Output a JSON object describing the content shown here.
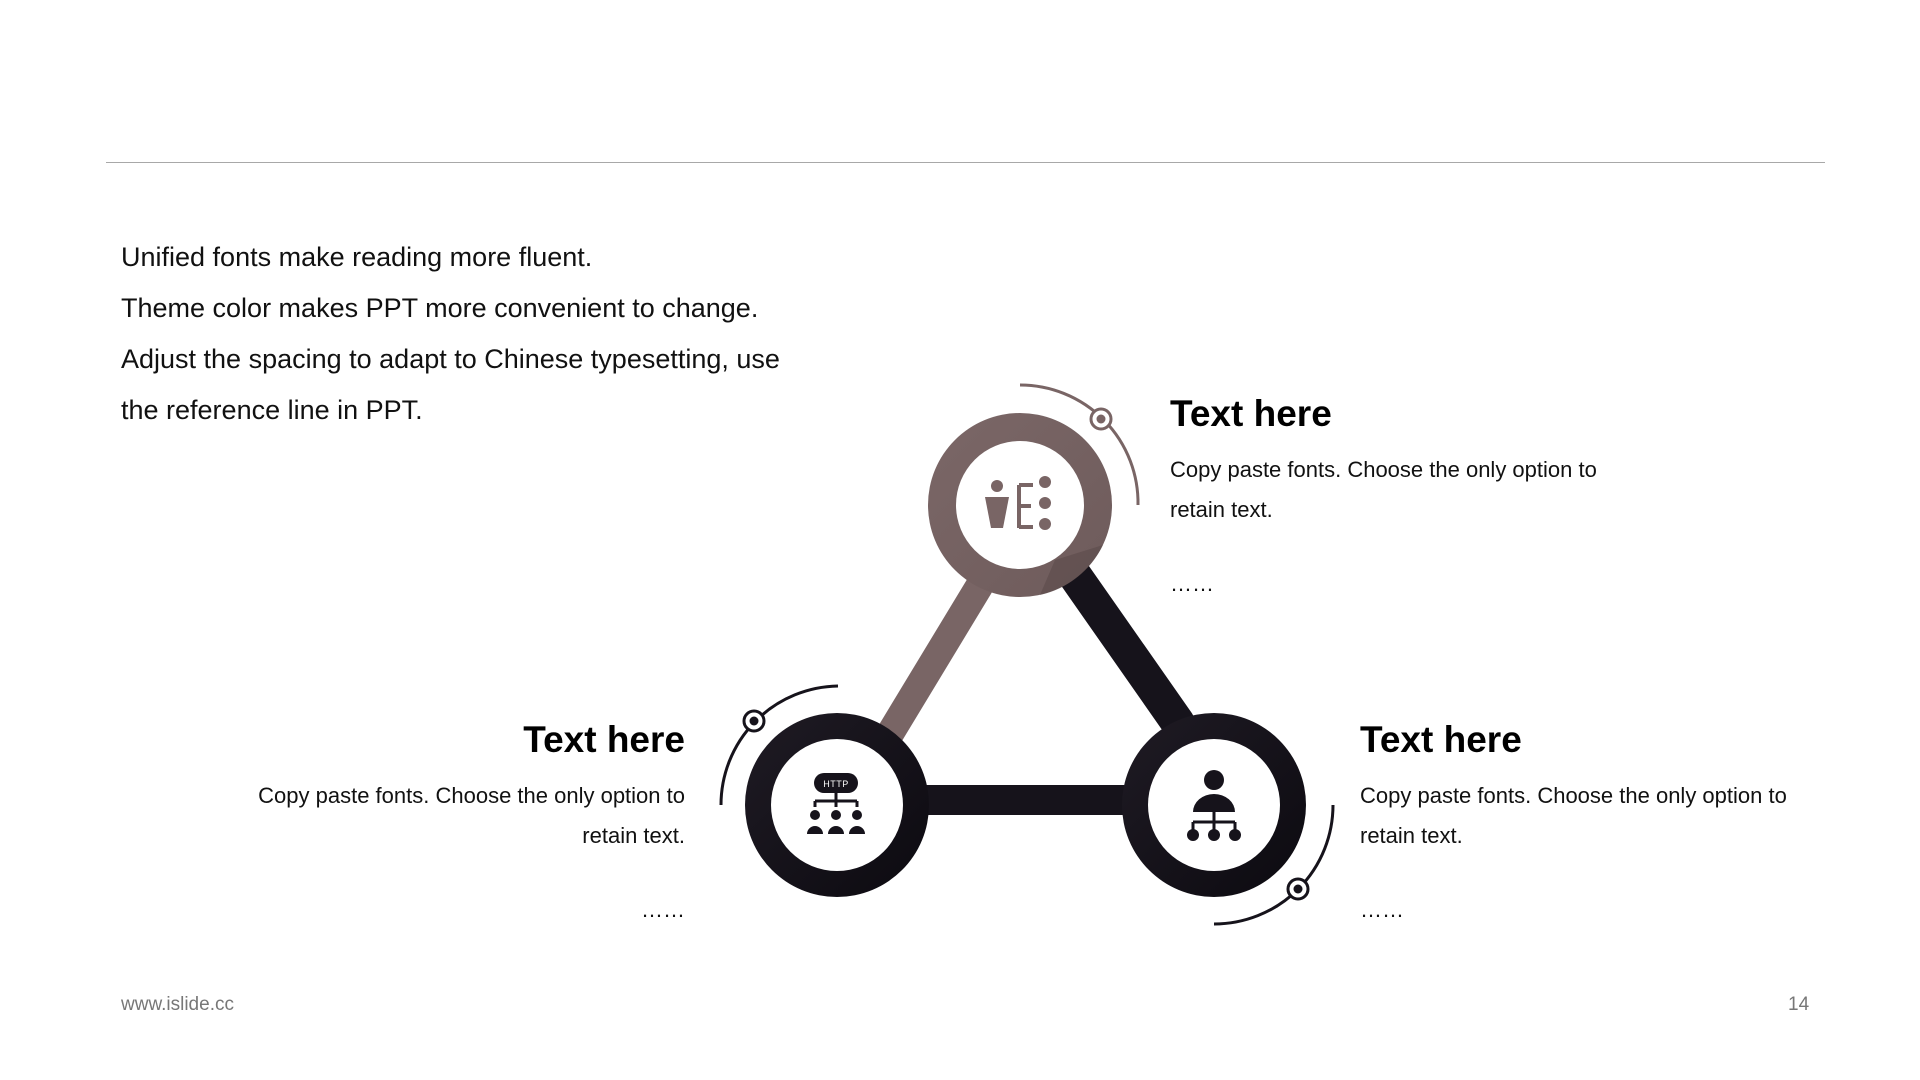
{
  "intro": {
    "lines": [
      "Unified fonts make reading more fluent.",
      "Theme color makes PPT more convenient to change.",
      "Adjust the spacing to adapt to Chinese typesetting, use the reference line in PPT."
    ]
  },
  "nodes": [
    {
      "id": "top",
      "title": "Text here",
      "body": "Copy paste fonts. Choose the only option to retain text.",
      "ellipsis": "……",
      "icon": "presenter-icon"
    },
    {
      "id": "left",
      "title": "Text here",
      "body": "Copy paste fonts. Choose the only option to retain text.",
      "ellipsis": "……",
      "icon": "http-network-icon"
    },
    {
      "id": "right",
      "title": "Text here",
      "body": "Copy paste fonts. Choose the only option to retain text.",
      "ellipsis": "……",
      "icon": "org-chart-icon"
    }
  ],
  "http_label": "HTTP",
  "colors": {
    "mauve": "#796565",
    "dark": "#16131b",
    "rule": "#a8a8a8"
  },
  "footer": {
    "url": "www.islide.cc",
    "page": "14"
  }
}
